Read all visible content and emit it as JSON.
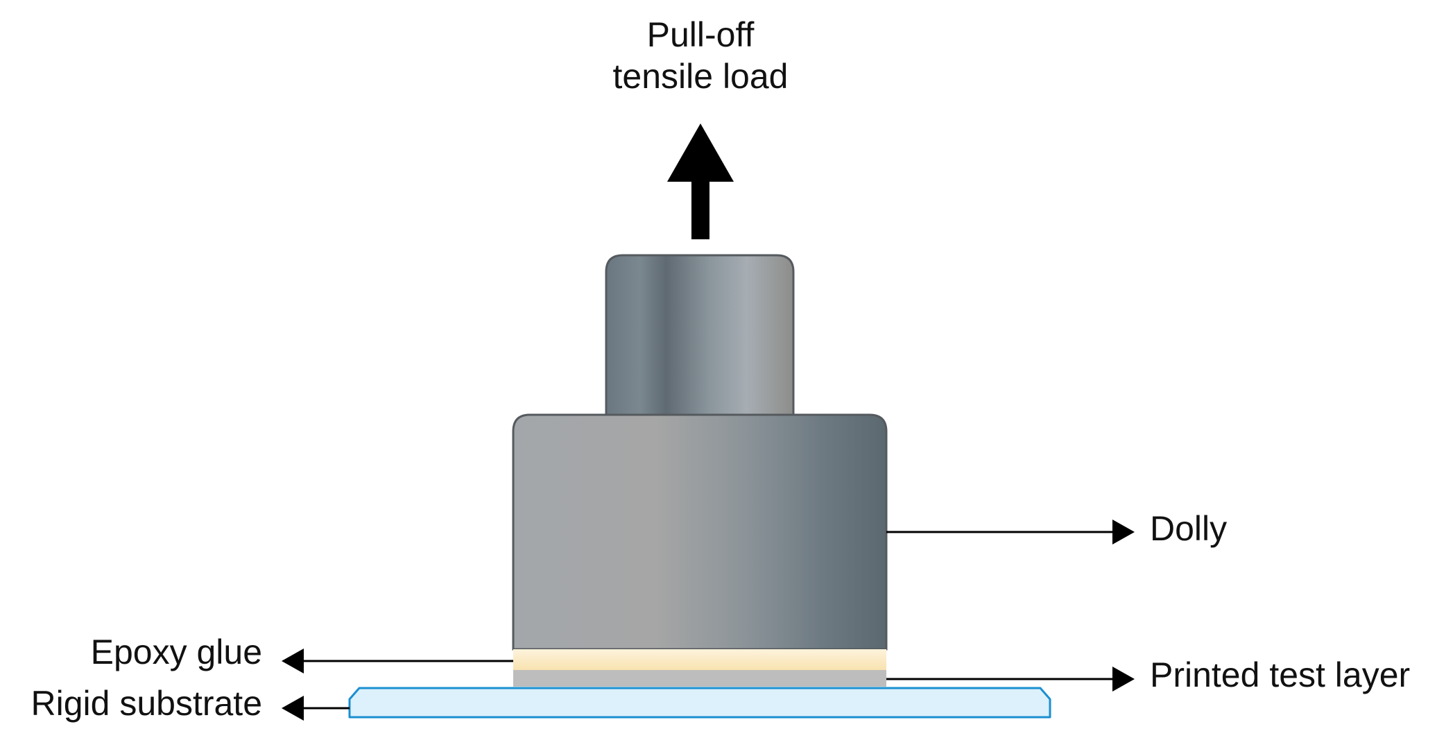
{
  "labels": {
    "load_line1": "Pull-off",
    "load_line2": "tensile load",
    "dolly": "Dolly",
    "printed_test_layer": "Printed test layer",
    "epoxy_glue": "Epoxy glue",
    "rigid_substrate": "Rigid substrate"
  },
  "colors": {
    "arrow": "#000000",
    "dolly_top_gradient": [
      "#6b7780",
      "#7b8890",
      "#5f6a72",
      "#8a959c",
      "#a6adb3",
      "#8d8d8a"
    ],
    "dolly_base_gradient": [
      "#a3a7ab",
      "#a6a6a6",
      "#8c9499",
      "#6f7b83",
      "#5c6870"
    ],
    "dolly_outline": "#555a5e",
    "epoxy_glue": "#fbe9c2",
    "printed_layer": "#bdbdbd",
    "substrate_fill": "#dcf1fb",
    "substrate_stroke": "#1a8fd1"
  },
  "icons": {
    "load_arrow": "arrow-up-icon",
    "callout_arrow": "arrow-head-icon"
  }
}
